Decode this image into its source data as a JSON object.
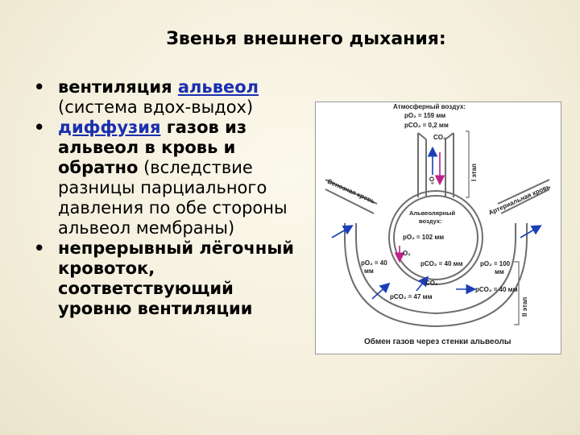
{
  "slide": {
    "title": "Звенья внешнего дыхания:"
  },
  "bullets": [
    {
      "bullet": "•",
      "line1_bold": "вентиляция ",
      "line1_link": "альвеол",
      "line2": "(система вдох-выдох)"
    },
    {
      "bullet": "•",
      "link": "диффузия",
      "bold_part": " газов из альвеол в кровь и обратно",
      "rest": " (вследствие разницы парциального давления по обе стороны альвеол мембраны)"
    },
    {
      "bullet": "•",
      "bold_text": "непрерывный лёгочный кровоток, соответствующий уровню вентиляции"
    }
  ],
  "diagram": {
    "atm_label": "Атмосферный воздух:",
    "atm_po2": "pO₂ = 159 мм",
    "atm_pco2": "pCO₂ = 0,2 мм",
    "co2_top": "CO₂",
    "o2_top": "O₂",
    "stage1": "I этап",
    "venous": "Венозная кровь",
    "arterial": "Артериальная кровь",
    "alv_label1": "Альвеолярный",
    "alv_label2": "воздух:",
    "alv_po2": "pO₂ = 102 мм",
    "o2_mid": "O₂",
    "ven_po2_1": "pO₂ = 40",
    "ven_po2_2": "мм",
    "alv_pco2": "pCO₂ = 40 мм",
    "art_po2_1": "pO₂ = 100",
    "art_po2_2": "мм",
    "co2_bottom": "CO₂",
    "ven_pco2": "pCO₂ = 47 мм",
    "art_pco2": "pCO₂ = 40 мм",
    "stage2": "II этап",
    "caption": "Обмен газов через стенки альвеолы",
    "colors": {
      "arrow_purple": "#c0208c",
      "arrow_blue": "#1a3fb8",
      "line": "#6e6e6e"
    }
  }
}
